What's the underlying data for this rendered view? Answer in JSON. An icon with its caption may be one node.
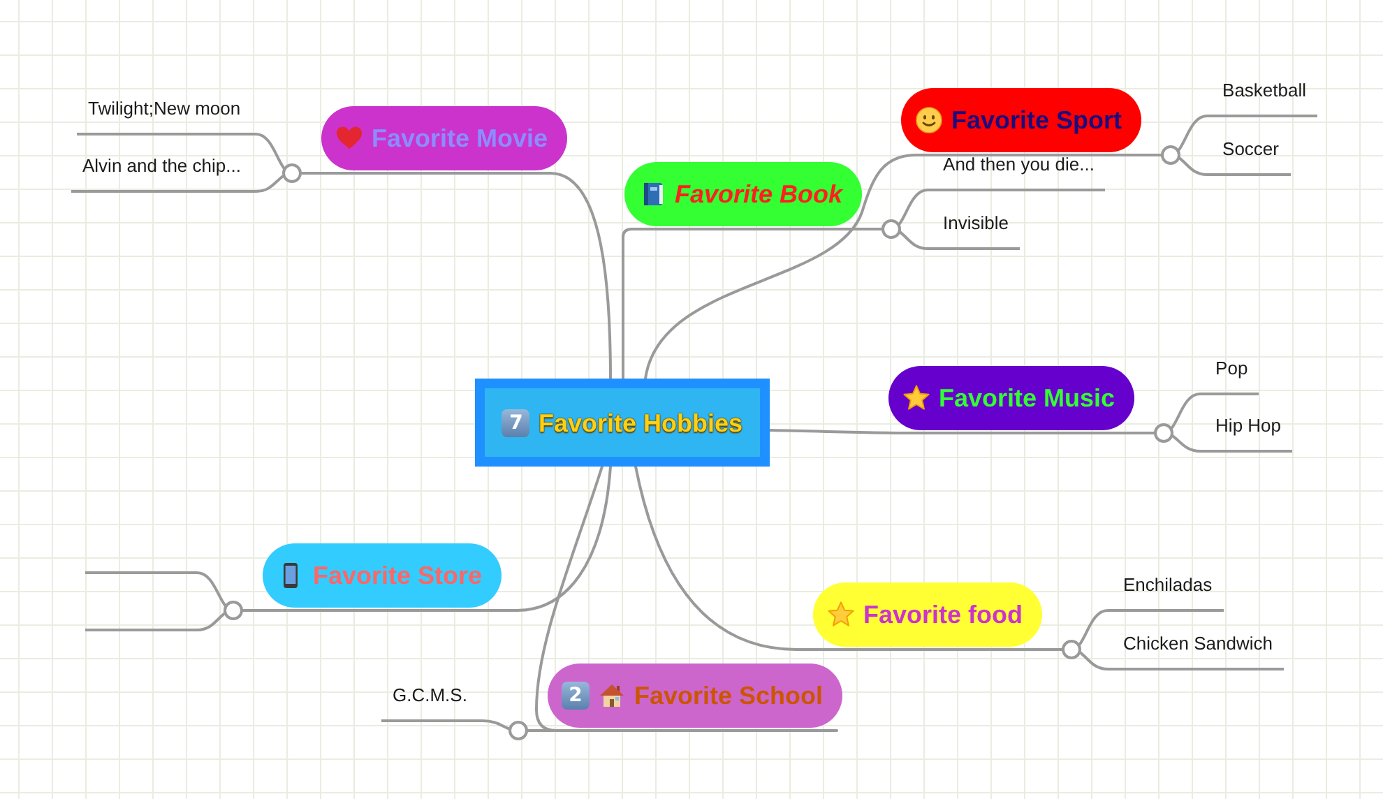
{
  "diagram": {
    "nodes": [
      {
        "text": [
          "7",
          "Favorite Hobbies"
        ]
      },
      {
        "text": [
          "Favorite Movie"
        ]
      },
      {
        "text": [
          "Twilight;New moon"
        ]
      },
      {
        "text": [
          "Alvin and the chip..."
        ]
      },
      {
        "text": [
          "Favorite Book"
        ]
      },
      {
        "text": [
          "And then you die..."
        ]
      },
      {
        "text": [
          "Invisible"
        ]
      },
      {
        "text": [
          "Favorite Sport"
        ]
      },
      {
        "text": [
          "Basketball"
        ]
      },
      {
        "text": [
          "Soccer"
        ]
      },
      {
        "text": [
          "Favorite Music"
        ]
      },
      {
        "text": [
          "Pop"
        ]
      },
      {
        "text": [
          "Hip Hop"
        ]
      },
      {
        "text": [
          "Favorite Store"
        ]
      },
      {
        "text": [],
        "shape": "line"
      },
      {
        "text": [],
        "shape": "line"
      },
      {
        "text": [
          "Favorite food"
        ]
      },
      {
        "text": [
          "Enchiladas"
        ]
      },
      {
        "text": [
          "Chicken Sandwich"
        ]
      },
      {
        "text": [
          "2",
          "Favorite School"
        ]
      },
      {
        "text": [
          "G.C.M.S."
        ]
      }
    ],
    "edges": [
      {
        "from": 0,
        "to": 1,
        "arrow": "none"
      },
      {
        "from": 1,
        "to": 2,
        "arrow": "none"
      },
      {
        "from": 1,
        "to": 3,
        "arrow": "none"
      },
      {
        "from": 0,
        "to": 4,
        "arrow": "none"
      },
      {
        "from": 4,
        "to": 5,
        "arrow": "none"
      },
      {
        "from": 4,
        "to": 6,
        "arrow": "none"
      },
      {
        "from": 0,
        "to": 7,
        "arrow": "none"
      },
      {
        "from": 7,
        "to": 8,
        "arrow": "none"
      },
      {
        "from": 7,
        "to": 9,
        "arrow": "none"
      },
      {
        "from": 0,
        "to": 10,
        "arrow": "none"
      },
      {
        "from": 10,
        "to": 11,
        "arrow": "none"
      },
      {
        "from": 10,
        "to": 12,
        "arrow": "none"
      },
      {
        "from": 0,
        "to": 13,
        "arrow": "none"
      },
      {
        "from": 13,
        "to": 14,
        "arrow": "none"
      },
      {
        "from": 13,
        "to": 15,
        "arrow": "none"
      },
      {
        "from": 0,
        "to": 16,
        "arrow": "none"
      },
      {
        "from": 16,
        "to": 17,
        "arrow": "none"
      },
      {
        "from": 16,
        "to": 18,
        "arrow": "none"
      },
      {
        "from": 0,
        "to": 19,
        "arrow": "none"
      },
      {
        "from": 19,
        "to": 20,
        "arrow": "none"
      }
    ]
  }
}
